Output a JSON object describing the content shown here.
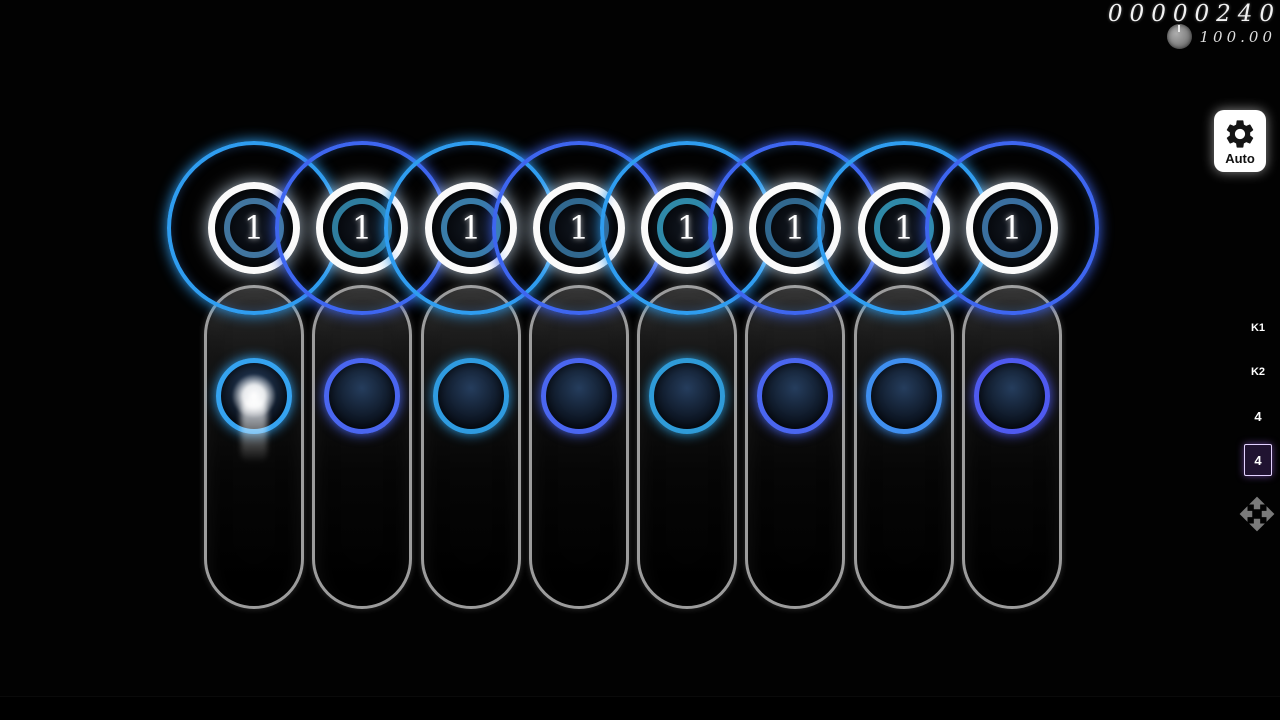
{
  "hud": {
    "score": "00000240",
    "accuracy": "100.00",
    "mod": {
      "label": "Auto"
    },
    "key_overlay": {
      "items": [
        {
          "label": "K1",
          "pressed": false
        },
        {
          "label": "K2",
          "pressed": false
        },
        {
          "label": "4",
          "pressed": false
        },
        {
          "label": "4",
          "pressed": true
        }
      ]
    }
  },
  "playfield": {
    "lanes": [
      {
        "number": "1",
        "approach_color": "#2f9df0",
        "receptor_color": "#35a3f0",
        "inner_ring_color": "#41759f",
        "has_cursor": true
      },
      {
        "number": "1",
        "approach_color": "#3e66f0",
        "receptor_color": "#4a66f0",
        "inner_ring_color": "#2f7d9e",
        "has_cursor": false
      },
      {
        "number": "1",
        "approach_color": "#2f9df0",
        "receptor_color": "#2f9be0",
        "inner_ring_color": "#3a7ca8",
        "has_cursor": false
      },
      {
        "number": "1",
        "approach_color": "#3e66f0",
        "receptor_color": "#4a66f0",
        "inner_ring_color": "#31688f",
        "has_cursor": false
      },
      {
        "number": "1",
        "approach_color": "#2f9df0",
        "receptor_color": "#2f9bd8",
        "inner_ring_color": "#2f89a8",
        "has_cursor": false
      },
      {
        "number": "1",
        "approach_color": "#3e66f0",
        "receptor_color": "#4a66f0",
        "inner_ring_color": "#31688f",
        "has_cursor": false
      },
      {
        "number": "1",
        "approach_color": "#2f9df0",
        "receptor_color": "#3f8ff0",
        "inner_ring_color": "#2f89a8",
        "has_cursor": false
      },
      {
        "number": "1",
        "approach_color": "#3e66f0",
        "receptor_color": "#4f5af0",
        "inner_ring_color": "#3a6f9f",
        "has_cursor": false
      }
    ],
    "colors": {
      "capsule_border": "#9c9c9c",
      "hit_ring": "#ffffff"
    }
  }
}
